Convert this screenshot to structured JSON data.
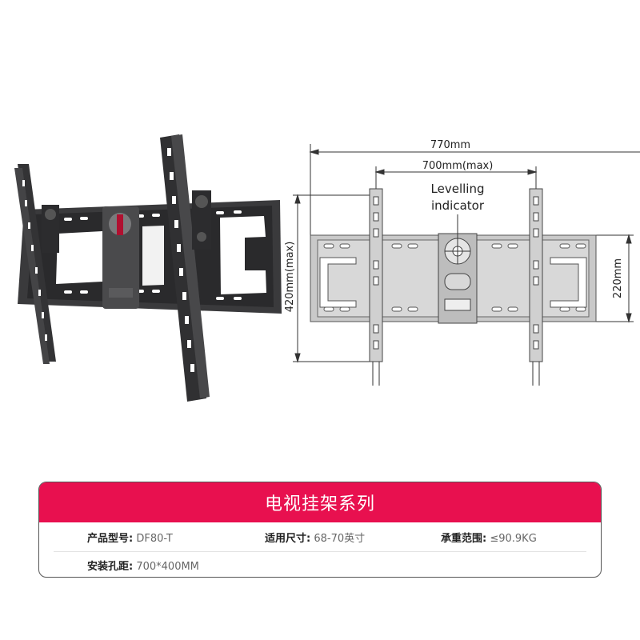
{
  "drawing": {
    "dim_overall_width": "770mm",
    "dim_vesa_width": "700mm(max)",
    "dim_overall_height": "420mm(max)",
    "dim_plate_height": "220mm",
    "levelling_line1": "Levelling",
    "levelling_line2": "indicator"
  },
  "card": {
    "title": "电视挂架系列",
    "accent_color": "#e8104f",
    "specs": [
      {
        "label": "产品型号:",
        "value": "DF80-T"
      },
      {
        "label": "适用尺寸:",
        "value": "68-70英寸"
      },
      {
        "label": "承重范围:",
        "value": "≤90.9KG"
      },
      {
        "label": "安装孔距:",
        "value": "700*400MM"
      }
    ]
  }
}
